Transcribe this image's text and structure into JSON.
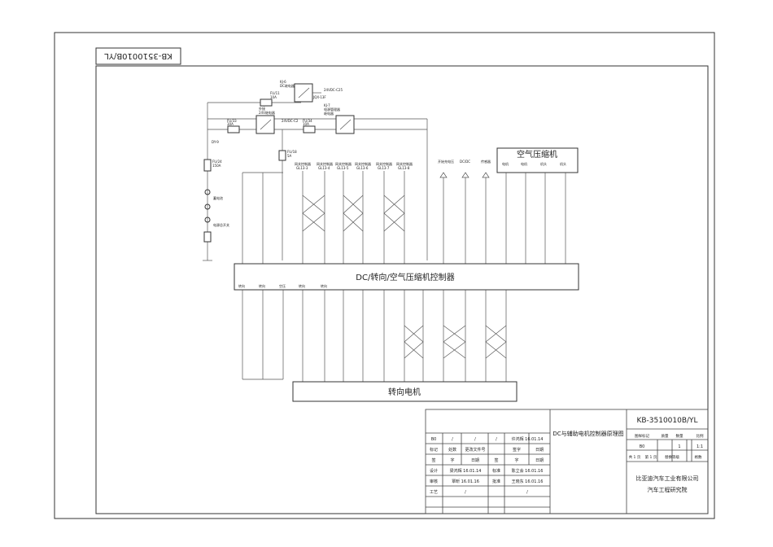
{
  "drawing": {
    "number": "KB-3510010B/YL",
    "number_rotated": "KB-3510010B/YL",
    "title": "DC与辅助电机控制器原理图"
  },
  "blocks": {
    "controller": "DC/转向/空气压缩机控制器",
    "compressor": "空气压缩机",
    "steering_motor": "转向电机"
  },
  "top_labels": {
    "fuse_a": "FU/11",
    "fuse_a_val": "10A",
    "relay_a": "KJ-6",
    "relay_a_sub": "DC继电器",
    "relay_a_part": "JQX-13F",
    "ground_a": "24VDC-C25",
    "fuse_b": "FU/33",
    "fuse_b_val": "30A",
    "relay_b": "外接",
    "relay_b_sub": "24V继电器",
    "ground_b": "24VDC-C2",
    "fuse_c": "FU/34",
    "fuse_c_val": "10A",
    "relay_c": "KJ-7",
    "relay_c_sub": "电源管理器",
    "relay_c_sub2": "继电器",
    "fuse_d": "FU/18",
    "fuse_d_val": "5A",
    "left_fuse": "FU/24",
    "left_fuse_val": "150A",
    "left_label_1": "DY-9",
    "left_label_2": "蓄电池",
    "left_label_3": "电源总开关"
  },
  "signal_labels": [
    "网关控制器",
    "网关控制器",
    "网关控制器",
    "网关控制器",
    "网关控制器",
    "网关控制器"
  ],
  "signal_codes": [
    "GL13-3",
    "GL13-4",
    "GL13-5",
    "GL13-6",
    "GL13-7",
    "GL13-8"
  ],
  "right_signals": [
    "开始充电压",
    "DC/DC",
    "传感器"
  ],
  "compressor_pins": [
    "电机",
    "电机",
    "机头",
    "机头"
  ],
  "controller_bottom_labels": [
    "转向",
    "转向",
    "空压",
    "转向",
    "转向"
  ],
  "title_block": {
    "row1": [
      "B0",
      "/",
      "/",
      "/"
    ],
    "row1_sig": "许鸿辉 16.01.14",
    "headers": [
      "标记",
      "处数",
      "更改文件号",
      "签字",
      "日期"
    ],
    "headers2": [
      "签",
      "字",
      "日期",
      "签",
      "字",
      "日期"
    ],
    "rows": [
      {
        "label": "设计",
        "sig": "梁鸿辉 16.01.14",
        "label2": "标准",
        "sig2": "陈立会 16.01.16"
      },
      {
        "label": "审核",
        "sig": "覃昕 16.01.16",
        "label2": "批准",
        "sig2": "王晓东 16.01.16"
      },
      {
        "label": "工艺",
        "sig": "/",
        "label2": "",
        "sig2": "/"
      }
    ],
    "stage_headers": [
      "图样标记",
      "质量",
      "数量",
      "比例"
    ],
    "stage_values": [
      "B0",
      "",
      "1",
      "1:1"
    ],
    "sheet_info": [
      "共 1 页",
      "第 1 页",
      "替换等级",
      "格数"
    ],
    "company": "比亚迪汽车工业有限公司",
    "institute": "汽车工程研究院"
  }
}
